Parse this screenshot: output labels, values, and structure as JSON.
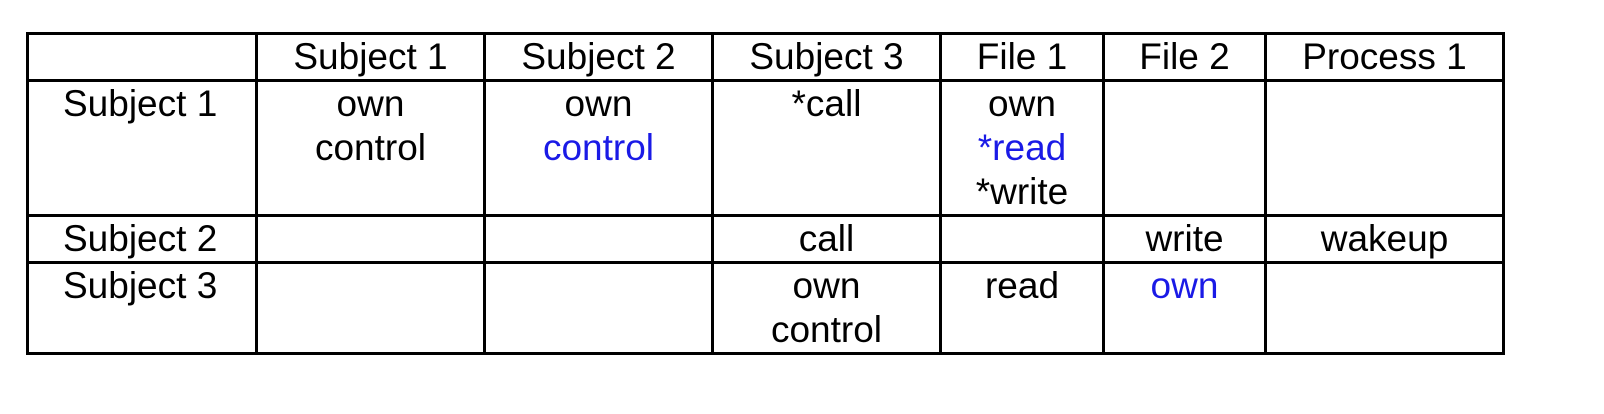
{
  "matrix": {
    "header": [
      "",
      "Subject 1",
      "Subject 2",
      "Subject 3",
      "File 1",
      "File 2",
      "Process 1"
    ],
    "rows": [
      {
        "label": "Subject 1",
        "cells": [
          [
            {
              "text": "own"
            },
            {
              "text": "control"
            }
          ],
          [
            {
              "text": "own"
            },
            {
              "text": "control",
              "color": "#1a1ae6"
            }
          ],
          [
            {
              "text": "*call"
            }
          ],
          [
            {
              "text": "own"
            },
            {
              "text": "*read",
              "color": "#1a1ae6"
            },
            {
              "text": "*write"
            }
          ],
          [],
          []
        ]
      },
      {
        "label": "Subject 2",
        "cells": [
          [],
          [],
          [
            {
              "text": "call"
            }
          ],
          [],
          [
            {
              "text": "write"
            }
          ],
          [
            {
              "text": "wakeup"
            }
          ]
        ]
      },
      {
        "label": "Subject 3",
        "cells": [
          [],
          [],
          [
            {
              "text": "own"
            },
            {
              "text": "control"
            }
          ],
          [
            {
              "text": "read"
            }
          ],
          [
            {
              "text": "own",
              "color": "#1a1ae6"
            }
          ],
          []
        ]
      }
    ]
  }
}
